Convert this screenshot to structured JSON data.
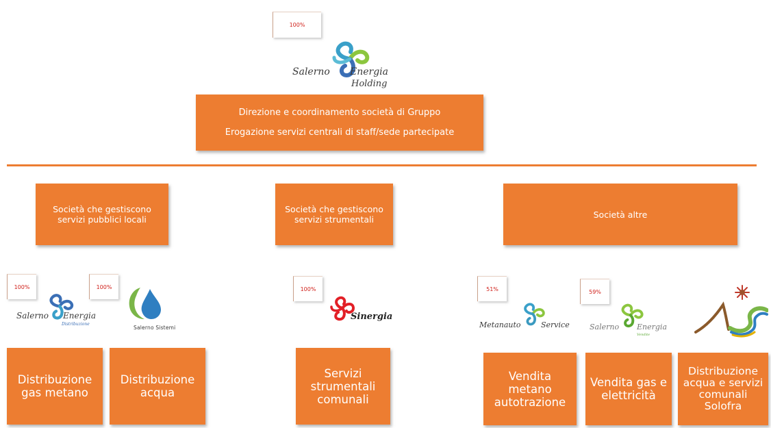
{
  "holding": {
    "pct": "100%",
    "logo_name": "salerno-energia-holding-logo",
    "logo_word1": "Salerno",
    "logo_word2": "Energia",
    "logo_word3": "Holding",
    "line1": "Direzione e coordinamento società di Gruppo",
    "line2": "Erogazione servizi centrali di staff/sede partecipate"
  },
  "categories": [
    {
      "label": "Società che gestiscono servizi pubblici locali"
    },
    {
      "label": "Società che gestiscono servizi strumentali"
    },
    {
      "label": "Società altre"
    }
  ],
  "companies": [
    {
      "pct": "100%",
      "logo_word1": "Salerno",
      "logo_word2": "Energia",
      "logo_sub": "Distribuzione",
      "label": "Distribuzione gas metano"
    },
    {
      "pct": "100%",
      "logo_word1": "Salerno Sistemi",
      "label": "Distribuzione acqua"
    },
    {
      "pct": "100%",
      "logo_word1": "Sinergia",
      "label": "Servizi strumentali comunali"
    },
    {
      "pct": "51%",
      "logo_word1": "Metanauto",
      "logo_word2": "Service",
      "label": "Vendita metano autotrazione"
    },
    {
      "pct": "59%",
      "logo_word1": "Salerno",
      "logo_word2": "Energia",
      "logo_sub": "Vendite",
      "label": "Vendita gas e elettricità"
    },
    {
      "label": "Distribuzione acqua e servizi comunali Solofra"
    }
  ],
  "colors": {
    "accent": "#ed7d31",
    "pct_text": "#d0201a"
  }
}
